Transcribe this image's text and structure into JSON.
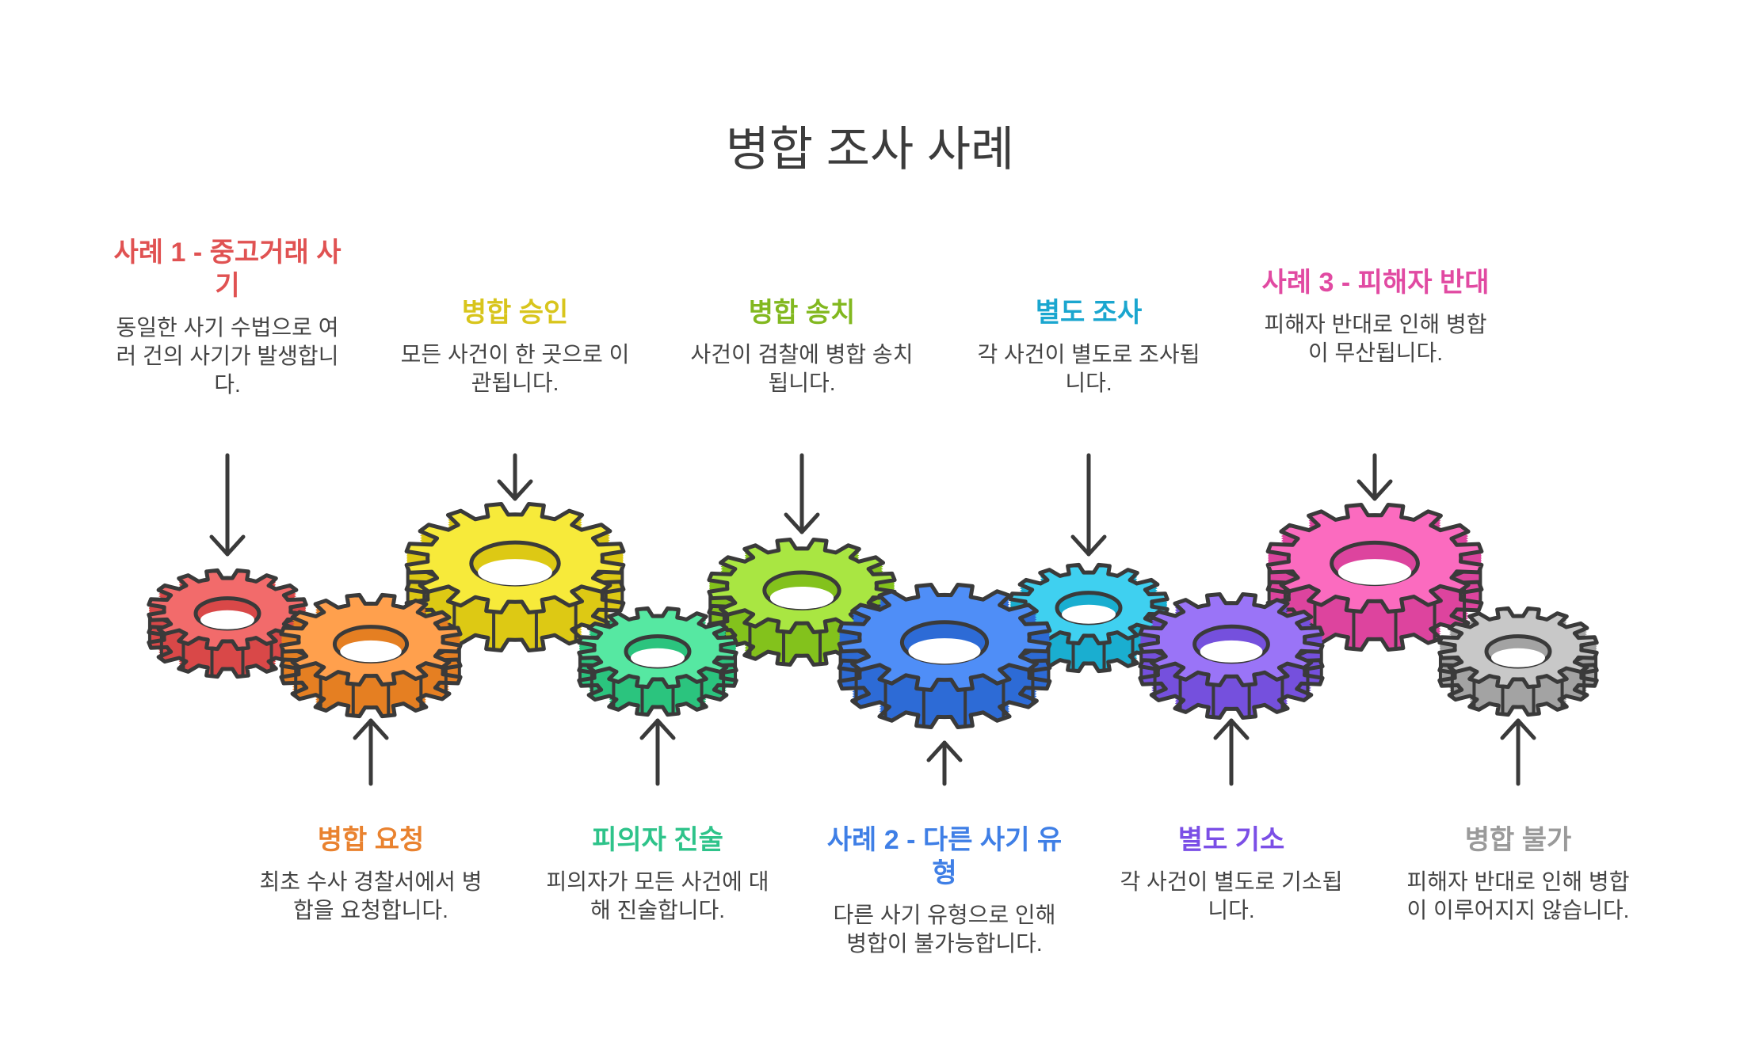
{
  "title": "병합 조사 사례",
  "steps": [
    {
      "heading": "사례 1 - 중고거래 사기",
      "desc": "동일한 사기 수법으로 여러 건의 사기가 발생합니다.",
      "color": "#e05252",
      "side": "top"
    },
    {
      "heading": "병합 요청",
      "desc": "최초 수사 경찰서에서 병합을 요청합니다.",
      "color": "#e9822f",
      "side": "bottom"
    },
    {
      "heading": "병합 승인",
      "desc": "모든 사건이 한 곳으로 이관됩니다.",
      "color": "#d8c51c",
      "side": "top"
    },
    {
      "heading": "피의자 진술",
      "desc": "피의자가 모든 사건에 대해 진술합니다.",
      "color": "#2ec38a",
      "side": "bottom"
    },
    {
      "heading": "병합 송치",
      "desc": "사건이 검찰에 병합 송치됩니다.",
      "color": "#82b81f",
      "side": "top"
    },
    {
      "heading": "사례 2 - 다른 사기 유형",
      "desc": "다른 사기 유형으로 인해 병합이 불가능합니다.",
      "color": "#3f7fe6",
      "side": "bottom"
    },
    {
      "heading": "별도 조사",
      "desc": "각 사건이 별도로 조사됩니다.",
      "color": "#1aa6cf",
      "side": "top"
    },
    {
      "heading": "별도 기소",
      "desc": "각 사건이 별도로 기소됩니다.",
      "color": "#7b4fe6",
      "side": "bottom"
    },
    {
      "heading": "사례 3 - 피해자 반대",
      "desc": "피해자 반대로 인해 병합이 무산됩니다.",
      "color": "#e14aa2",
      "side": "top"
    },
    {
      "heading": "병합 불가",
      "desc": "피해자 반대로 인해 병합이 이루어지지 않습니다.",
      "color": "#9a9a9a",
      "side": "bottom"
    }
  ],
  "gears": [
    {
      "color": "#f26b6b",
      "dark": "#d94848"
    },
    {
      "color": "#ffa04d",
      "dark": "#e57f22"
    },
    {
      "color": "#f7ea3a",
      "dark": "#ddc914"
    },
    {
      "color": "#56e8a2",
      "dark": "#2bc47e"
    },
    {
      "color": "#a9e642",
      "dark": "#83c21c"
    },
    {
      "color": "#4f8ef7",
      "dark": "#2d6bd6"
    },
    {
      "color": "#3fd0f0",
      "dark": "#1aaed0"
    },
    {
      "color": "#9a74f7",
      "dark": "#7550dd"
    },
    {
      "color": "#fb6bbf",
      "dark": "#dd449e"
    },
    {
      "color": "#c8c8c8",
      "dark": "#a3a3a3"
    }
  ]
}
